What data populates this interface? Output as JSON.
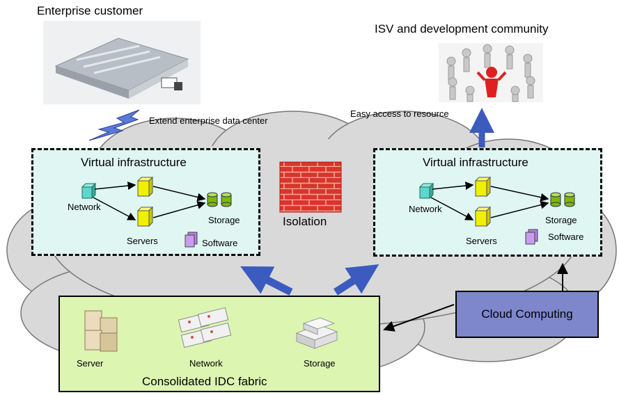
{
  "enterprise": {
    "title": "Enterprise customer",
    "extend_label": "Extend enterprise data center"
  },
  "isv": {
    "title": "ISV and development community",
    "access_label": "Easy access to resource"
  },
  "virtual_left": {
    "title": "Virtual infrastructure",
    "network": "Network",
    "servers": "Servers",
    "storage": "Storage",
    "software": "Software"
  },
  "virtual_right": {
    "title": "Virtual infrastructure",
    "network": "Network",
    "servers": "Servers",
    "storage": "Storage",
    "software": "Software"
  },
  "isolation": {
    "label": "Isolation"
  },
  "idc": {
    "title": "Consolidated IDC fabric",
    "server": "Server",
    "network": "Network",
    "storage": "Storage"
  },
  "cloud_computing": {
    "label": "Cloud Computing"
  },
  "colors": {
    "cloud_fill": "#d9d9d9",
    "virtual_fill": "#dff6f3",
    "idc_fill": "#dcf5b0",
    "cloud_box_fill": "#7e86cc",
    "arrow_blue": "#3b5bbf",
    "server_yellow": "#f0f000",
    "storage_green": "#7fb800",
    "brick_red": "#d9352a"
  }
}
